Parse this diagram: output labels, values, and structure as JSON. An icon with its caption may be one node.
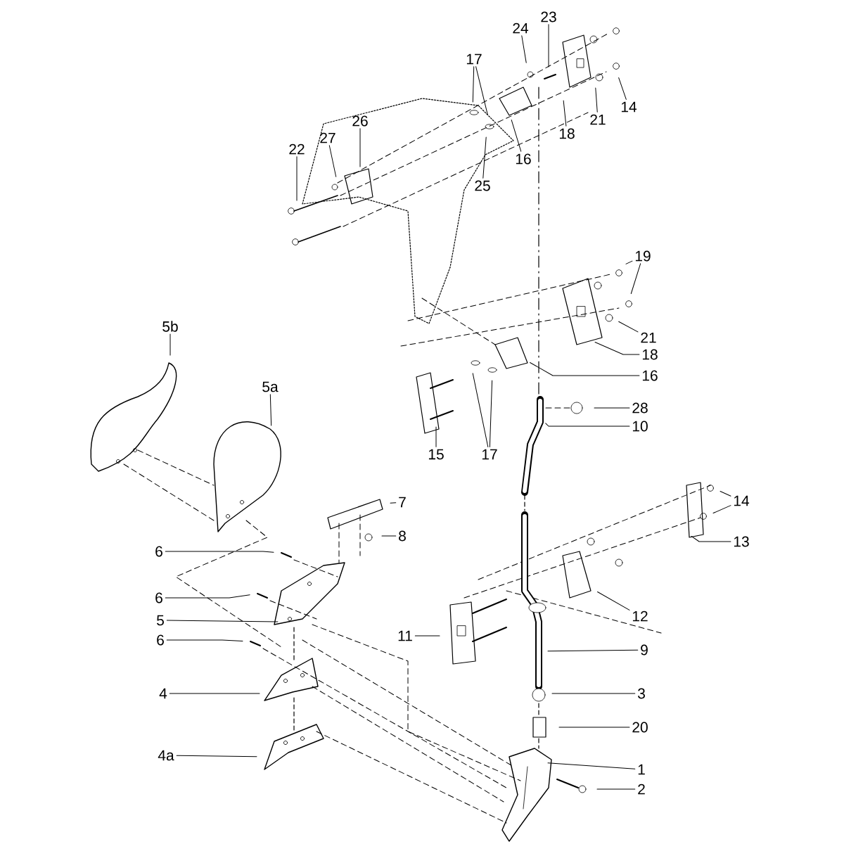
{
  "diagram": {
    "nodes": [
      {
        "text": [
          "24"
        ]
      },
      {
        "text": [
          "23"
        ]
      },
      {
        "text": [
          "17"
        ]
      },
      {
        "text": [
          "22"
        ]
      },
      {
        "text": [
          "27"
        ]
      },
      {
        "text": [
          "26"
        ]
      },
      {
        "text": [
          "25"
        ]
      },
      {
        "text": [
          "16"
        ]
      },
      {
        "text": [
          "18"
        ]
      },
      {
        "text": [
          "21"
        ]
      },
      {
        "text": [
          "14"
        ]
      },
      {
        "text": [
          "19"
        ]
      },
      {
        "text": [
          "21"
        ]
      },
      {
        "text": [
          "18"
        ]
      },
      {
        "text": [
          "16"
        ]
      },
      {
        "text": [
          "28"
        ]
      },
      {
        "text": [
          "10"
        ]
      },
      {
        "text": [
          "15"
        ]
      },
      {
        "text": [
          "17"
        ]
      },
      {
        "text": [
          "5b"
        ]
      },
      {
        "text": [
          "5a"
        ]
      },
      {
        "text": [
          "7"
        ]
      },
      {
        "text": [
          "8"
        ]
      },
      {
        "text": [
          "6"
        ]
      },
      {
        "text": [
          "6"
        ]
      },
      {
        "text": [
          "5"
        ]
      },
      {
        "text": [
          "6"
        ]
      },
      {
        "text": [
          "4"
        ]
      },
      {
        "text": [
          "4a"
        ]
      },
      {
        "text": [
          "11"
        ]
      },
      {
        "text": [
          "14"
        ]
      },
      {
        "text": [
          "13"
        ]
      },
      {
        "text": [
          "12"
        ]
      },
      {
        "text": [
          "9"
        ]
      },
      {
        "text": [
          "3"
        ]
      },
      {
        "text": [
          "20"
        ]
      },
      {
        "text": [
          "1"
        ]
      },
      {
        "text": [
          "2"
        ]
      }
    ],
    "edges": [
      {
        "from": 0,
        "to": null,
        "arrow": "none"
      },
      {
        "from": 1,
        "to": null,
        "arrow": "none"
      },
      {
        "from": 2,
        "to": null,
        "arrow": "none"
      },
      {
        "from": 2,
        "to": null,
        "arrow": "none"
      },
      {
        "from": 3,
        "to": null,
        "arrow": "none"
      },
      {
        "from": 4,
        "to": null,
        "arrow": "none"
      },
      {
        "from": 5,
        "to": null,
        "arrow": "none"
      },
      {
        "from": 6,
        "to": null,
        "arrow": "none"
      },
      {
        "from": 7,
        "to": null,
        "arrow": "none"
      },
      {
        "from": 8,
        "to": null,
        "arrow": "none"
      },
      {
        "from": 9,
        "to": null,
        "arrow": "none"
      },
      {
        "from": 10,
        "to": null,
        "arrow": "none"
      },
      {
        "from": 11,
        "to": null,
        "arrow": "none"
      },
      {
        "from": 11,
        "to": null,
        "arrow": "none"
      },
      {
        "from": 12,
        "to": null,
        "arrow": "none"
      },
      {
        "from": 13,
        "to": null,
        "arrow": "none"
      },
      {
        "from": 14,
        "to": null,
        "arrow": "none"
      },
      {
        "from": 15,
        "to": null,
        "arrow": "none"
      },
      {
        "from": 16,
        "to": null,
        "arrow": "none"
      },
      {
        "from": 17,
        "to": null,
        "arrow": "none"
      },
      {
        "from": 18,
        "to": null,
        "arrow": "none"
      },
      {
        "from": 18,
        "to": null,
        "arrow": "none"
      },
      {
        "from": 19,
        "to": null,
        "arrow": "none"
      },
      {
        "from": 20,
        "to": null,
        "arrow": "none"
      },
      {
        "from": 21,
        "to": null,
        "arrow": "none"
      },
      {
        "from": 22,
        "to": null,
        "arrow": "none"
      },
      {
        "from": 23,
        "to": null,
        "arrow": "none"
      },
      {
        "from": 24,
        "to": null,
        "arrow": "none"
      },
      {
        "from": 25,
        "to": null,
        "arrow": "none"
      },
      {
        "from": 26,
        "to": null,
        "arrow": "none"
      },
      {
        "from": 27,
        "to": null,
        "arrow": "none"
      },
      {
        "from": 28,
        "to": null,
        "arrow": "none"
      },
      {
        "from": 29,
        "to": null,
        "arrow": "none"
      },
      {
        "from": 30,
        "to": null,
        "arrow": "none"
      },
      {
        "from": 30,
        "to": null,
        "arrow": "none"
      },
      {
        "from": 31,
        "to": null,
        "arrow": "none"
      },
      {
        "from": 32,
        "to": null,
        "arrow": "none"
      },
      {
        "from": 33,
        "to": null,
        "arrow": "none"
      },
      {
        "from": 34,
        "to": null,
        "arrow": "none"
      },
      {
        "from": 35,
        "to": null,
        "arrow": "none"
      },
      {
        "from": 36,
        "to": null,
        "arrow": "none"
      },
      {
        "from": 37,
        "to": null,
        "arrow": "none"
      }
    ]
  }
}
